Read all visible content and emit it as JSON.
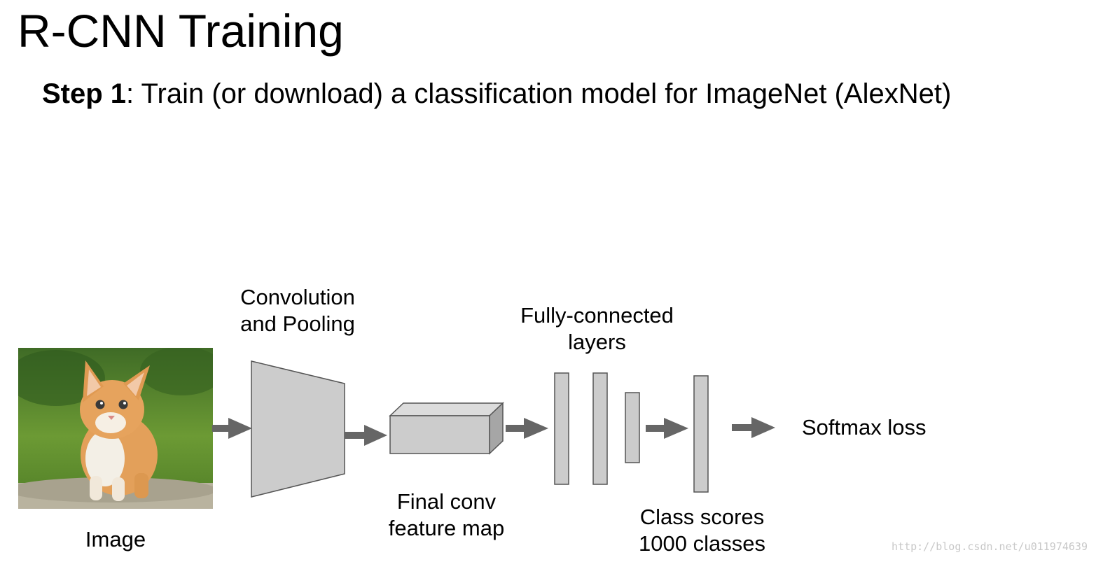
{
  "title": "R-CNN Training",
  "subtitle": {
    "step": "Step 1",
    "text": ": Train (or download) a classification model for ImageNet (AlexNet)"
  },
  "labels": {
    "conv": [
      "Convolution",
      "and Pooling"
    ],
    "fc": [
      "Fully-connected",
      "layers"
    ],
    "final": [
      "Final conv",
      "feature map"
    ],
    "class_scores": [
      "Class scores",
      "1000 classes"
    ],
    "image": "Image",
    "softmax": "Softmax loss"
  },
  "watermark": "http://blog.csdn.net/u011974639",
  "colors": {
    "block_fill": "#cccccc",
    "block_dark": "#a6a6a6",
    "stroke": "#555555",
    "arrow": "#666666",
    "sky_green": "#4a7a2a",
    "grass": "#5f8f2e",
    "kitten": "#e3a05a"
  }
}
